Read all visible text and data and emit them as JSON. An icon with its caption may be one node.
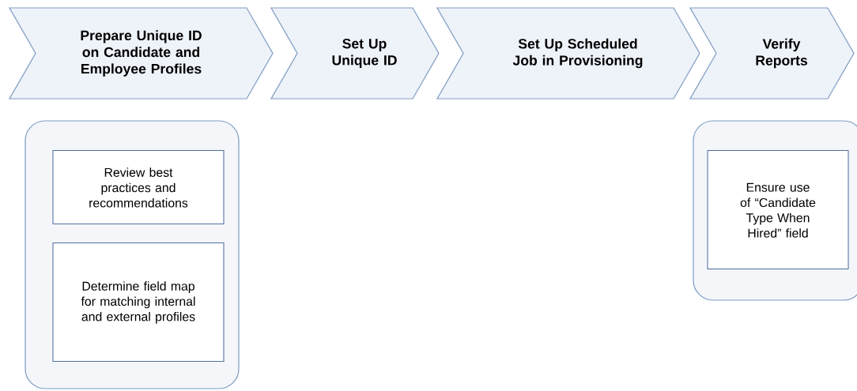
{
  "diagram": {
    "nodes": [
      {
        "text": [
          "Prepare Unique ID on Candidate and Employee Profiles"
        ]
      },
      {
        "text": [
          "Set Up Unique ID"
        ]
      },
      {
        "text": [
          "Set Up Scheduled Job in Provisioning"
        ]
      },
      {
        "text": [
          "Verify Reports"
        ]
      },
      {
        "text": [],
        "shape": "box"
      },
      {
        "text": [
          "Review best practices and recommendations"
        ],
        "in": 4
      },
      {
        "text": [
          "Determine field map for matching internal and external profiles"
        ],
        "in": 4
      },
      {
        "text": [],
        "shape": "box"
      },
      {
        "text": [
          "Ensure use of “Candidate Type When Hired” field"
        ],
        "in": 7
      }
    ]
  }
}
